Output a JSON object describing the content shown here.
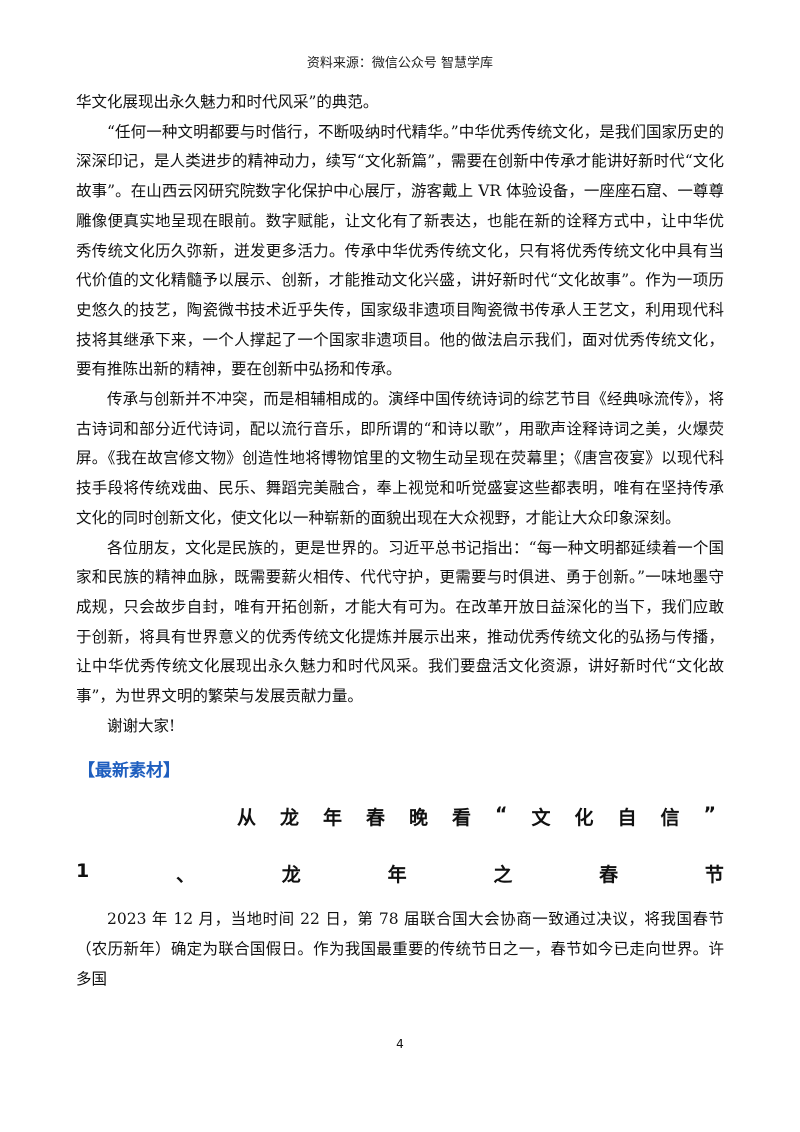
{
  "header": "资料来源：微信公众号 智慧学库",
  "paragraphs": [
    "华文化展现出永久魅力和时代风采”的典范。",
    "“任何一种文明都要与时偕行，不断吸纳时代精华。”中华优秀传统文化，是我们国家历史的深深印记，是人类进步的精神动力，续写“文化新篇”，需要在创新中传承才能讲好新时代“文化故事”。在山西云冈研究院数字化保护中心展厅，游客戴上 VR 体验设备，一座座石窟、一尊尊雕像便真实地呈现在眼前。数字赋能，让文化有了新表达，也能在新的诠释方式中，让中华优秀传统文化历久弥新，迸发更多活力。传承中华优秀传统文化，只有将优秀传统文化中具有当代价值的文化精髓予以展示、创新，才能推动文化兴盛，讲好新时代“文化故事”。作为一项历史悠久的技艺，陶瓷微书技术近乎失传，国家级非遗项目陶瓷微书传承人王艺文，利用现代科技将其继承下来，一个人撑起了一个国家非遗项目。他的做法启示我们，面对优秀传统文化，要有推陈出新的精神，要在创新中弘扬和传承。",
    "传承与创新并不冲突，而是相辅相成的。演绎中国传统诗词的综艺节目《经典咏流传》，将古诗词和部分近代诗词，配以流行音乐，即所谓的“和诗以歌”，用歌声诠释诗词之美，火爆荧屏。《我在故宫修文物》创造性地将博物馆里的文物生动呈现在荧幕里；《唐宫夜宴》以现代科技手段将传统戏曲、民乐、舞蹈完美融合，奉上视觉和听觉盛宴这些都表明，唯有在坚持传承文化的同时创新文化，使文化以一种崭新的面貌出现在大众视野，才能让大众印象深刻。",
    "各位朋友，文化是民族的，更是世界的。习近平总书记指出：“每一种文明都延续着一个国家和民族的精神血脉，既需要薪火相传、代代守护，更需要与时俱进、勇于创新。”一味地墨守成规，只会故步自封，唯有开拓创新，才能大有可为。在改革开放日益深化的当下，我们应敢于创新，将具有世界意义的优秀传统文化提炼并展示出来，推动优秀传统文化的弘扬与传播，让中华优秀传统文化展现出永久魅力和时代风采。我们要盘活文化资源，讲好新时代“文化故事”，为世界文明的繁荣与发展贡献力量。",
    "谢谢大家!"
  ],
  "section_tag": "【最新素材】",
  "article_title": [
    "从",
    "龙",
    "年",
    "春",
    "晚",
    "看",
    "“",
    "文",
    "化",
    "自",
    "信",
    "”"
  ],
  "subtitle": [
    "1",
    "、",
    "龙",
    "年",
    "之",
    "春",
    "节"
  ],
  "body2": "2023 年 12 月，当地时间 22 日，第 78 届联合国大会协商一致通过决议，将我国春节（农历新年）确定为联合国假日。作为我国最重要的传统节日之一，春节如今已走向世界。许多国",
  "page_number": "4"
}
